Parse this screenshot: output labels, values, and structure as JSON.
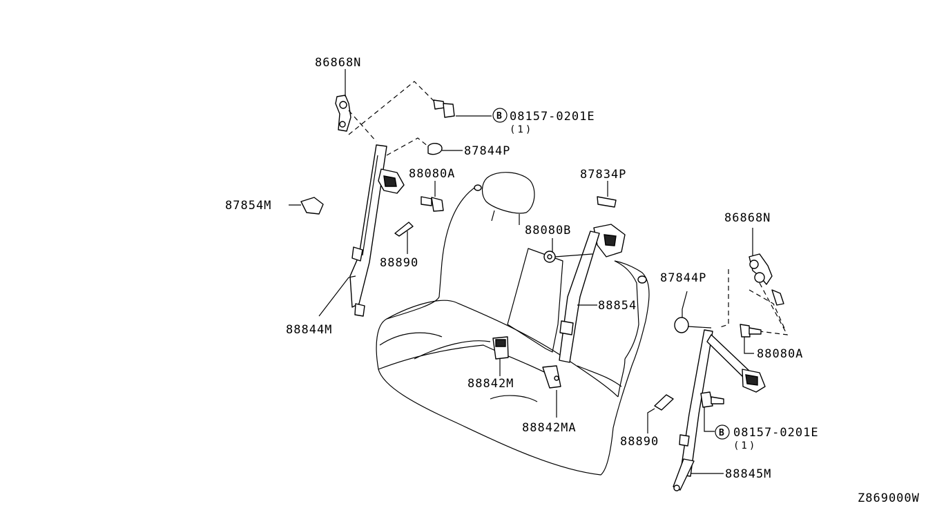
{
  "diagram": {
    "code": "Z869000W",
    "labels": {
      "l_86868N_top": "86868N",
      "l_08157_top": "08157-0201E",
      "l_qty_top": "(1)",
      "l_87844P_top": "87844P",
      "l_88080A_top": "88080A",
      "l_87854M": "87854M",
      "l_88890_left": "88890",
      "l_88844M": "88844M",
      "l_87834P": "87834P",
      "l_88080B": "88080B",
      "l_88854": "88854",
      "l_88842M": "88842M",
      "l_88842MA": "88842MA",
      "l_86868N_right": "86868N",
      "l_87844P_right": "87844P",
      "l_88080A_right": "88080A",
      "l_88890_right": "88890",
      "l_08157_bottom": "08157-0201E",
      "l_qty_bottom": "(1)",
      "l_88845M": "88845M"
    },
    "bolt_symbol": "B"
  }
}
